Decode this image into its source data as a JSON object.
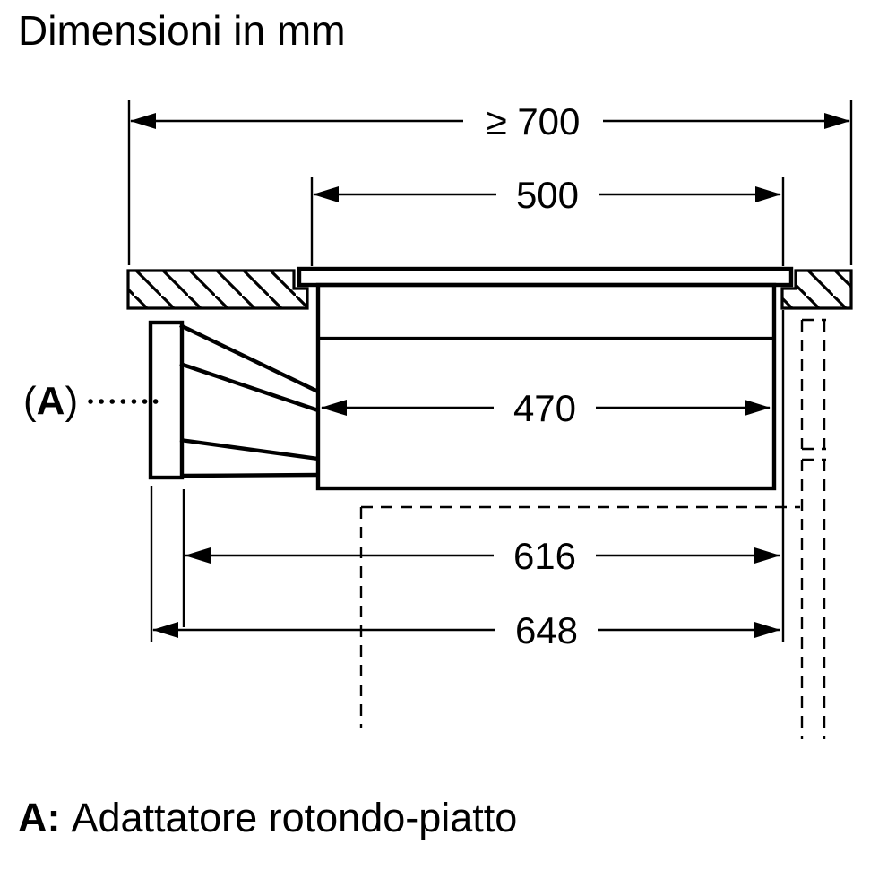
{
  "title": "Dimensioni in mm",
  "diagram": {
    "dimensions": {
      "min_clearance": "≥ 700",
      "cutout_width": "500",
      "inner_width": "470",
      "width_616": "616",
      "width_648": "648"
    },
    "adapter_callout": {
      "open_paren": "(",
      "letter": "A",
      "close_paren": ")"
    }
  },
  "footnote": {
    "label": "A:",
    "text": "Adattatore rotondo-piatto"
  },
  "colors": {
    "line": "#000000",
    "background": "#ffffff"
  }
}
